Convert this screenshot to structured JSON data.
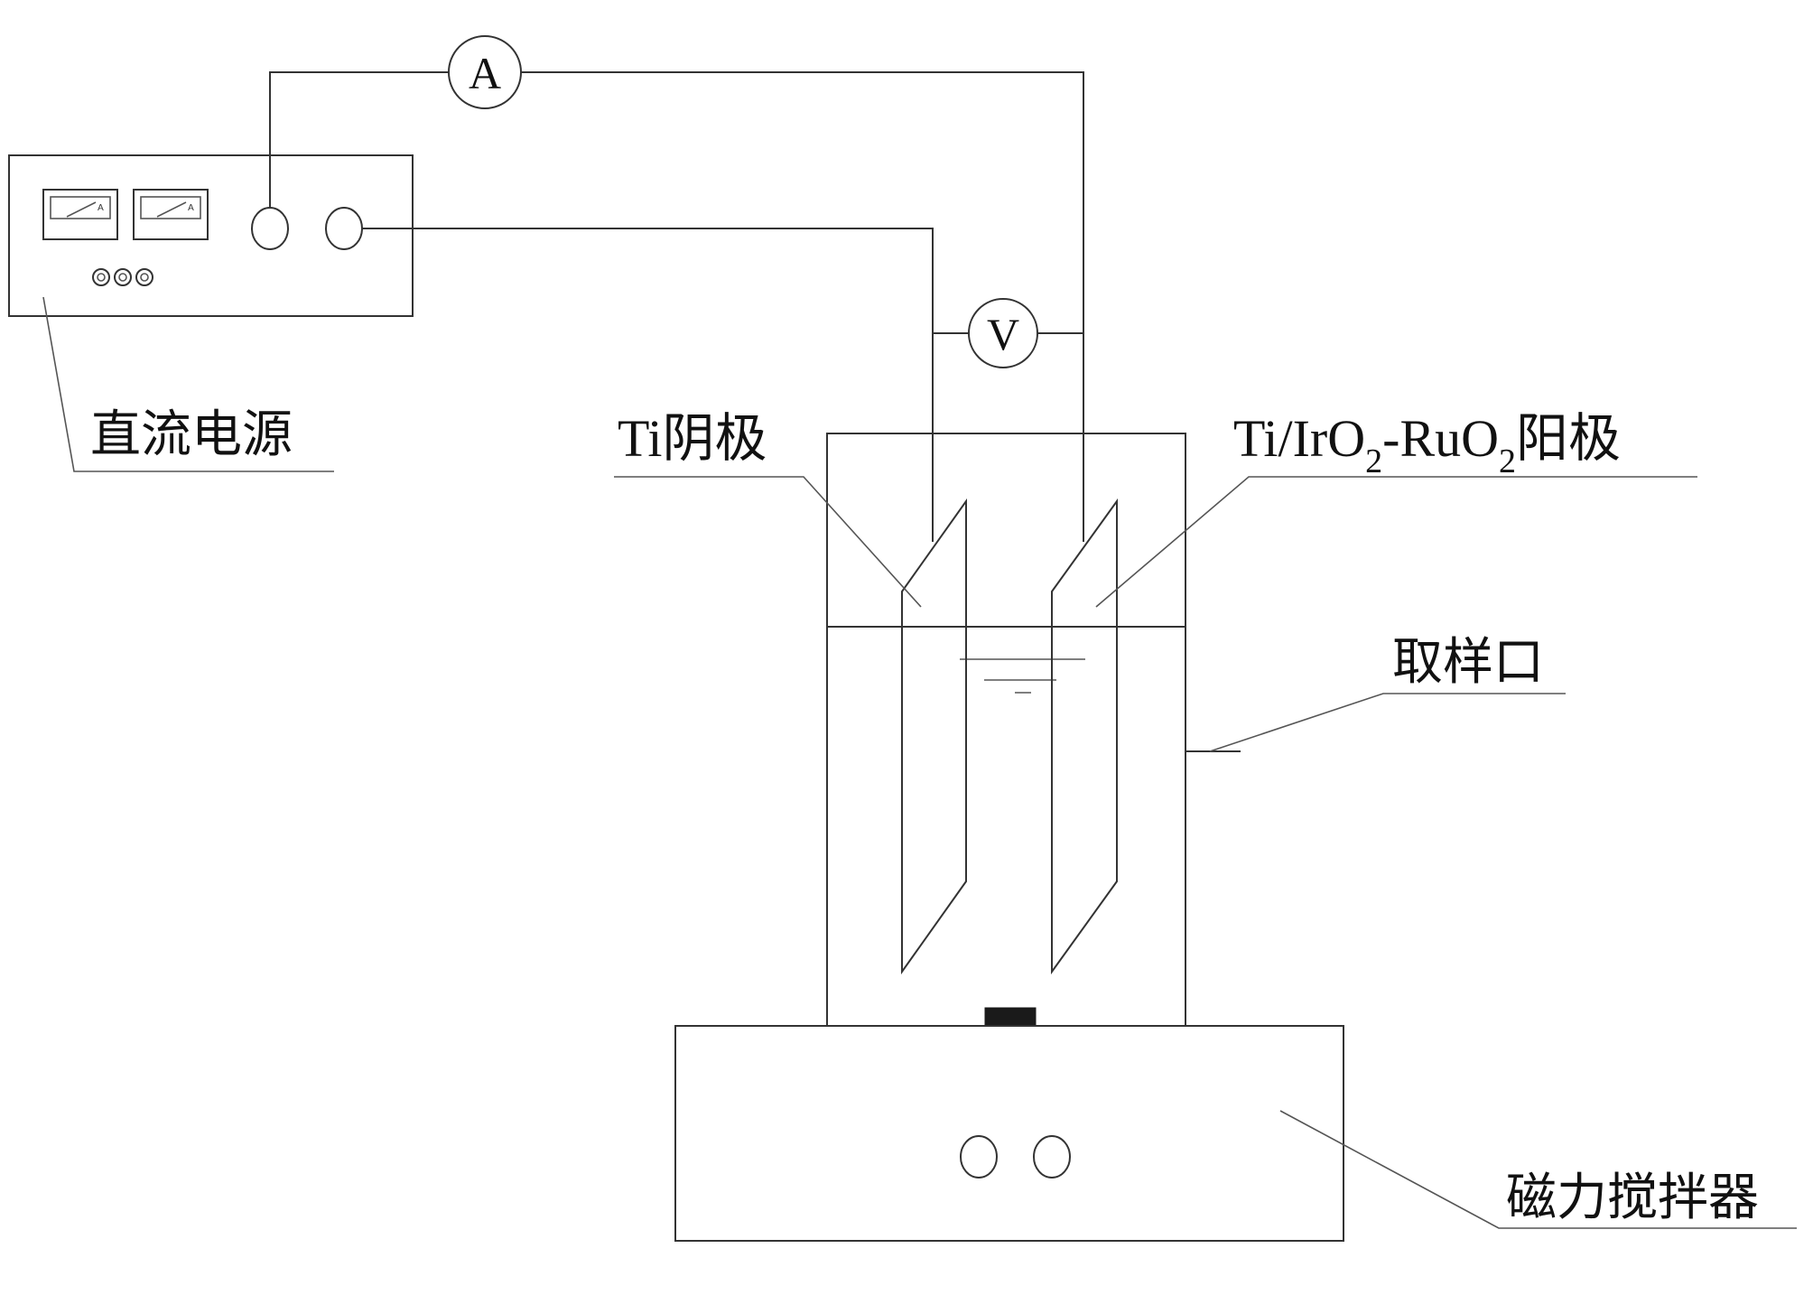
{
  "labels": {
    "dc_power_supply": "直流电源",
    "ti_cathode": "Ti阴极",
    "anode": {
      "p1": "Ti/IrO",
      "sub1": "2",
      "p2": "-RuO",
      "sub2": "2",
      "p3": "阳极"
    },
    "sampling_port": "取样口",
    "magnetic_stirrer": "磁力搅拌器"
  },
  "meters": {
    "ammeter": "A",
    "voltmeter": "V"
  }
}
